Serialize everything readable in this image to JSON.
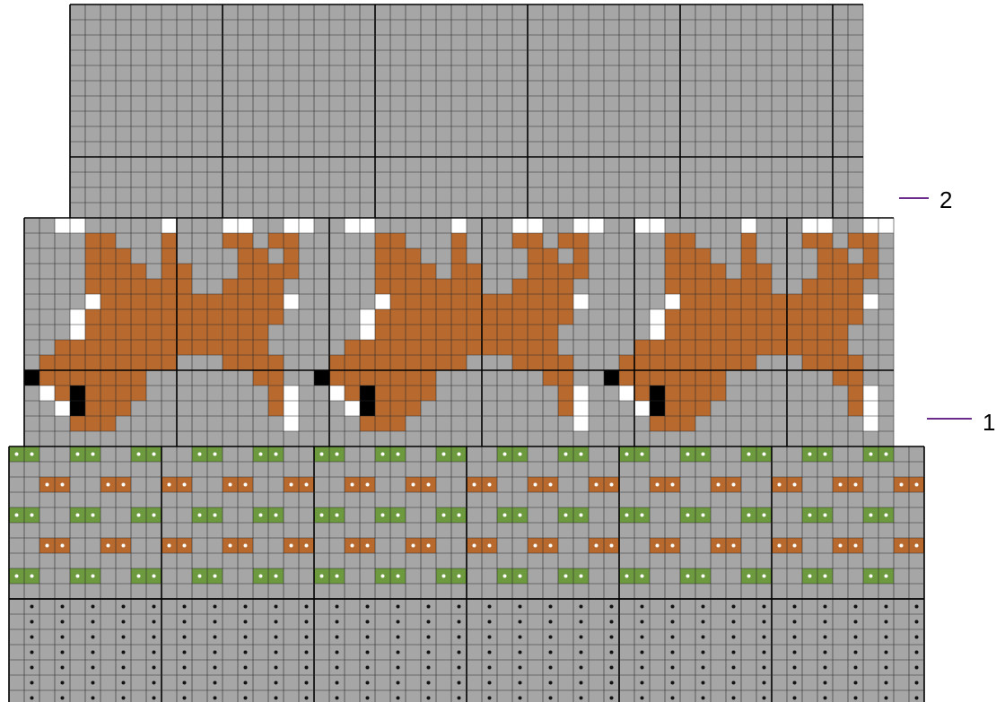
{
  "colors": {
    "background": "#a6a6a6",
    "grid_line": "#2b2b2b",
    "major_grid_line": "#000000",
    "fox": "#b8692e",
    "white": "#ffffff",
    "black": "#000000",
    "green": "#6d9a3e",
    "orange": "#b8692e",
    "dot": "#111111",
    "marker": "#6a2b8a"
  },
  "sections": [
    {
      "name": "upper-plain",
      "rows": 14,
      "columns": 52
    },
    {
      "name": "fox-motif",
      "rows": 15,
      "columns": 57,
      "repeats": 3
    },
    {
      "name": "dotted-checker-band",
      "rows": 10,
      "columns": 60
    },
    {
      "name": "purl-rib",
      "rows": 8,
      "columns": 60
    }
  ],
  "markers": [
    {
      "label": "2",
      "icon": "row-marker-line"
    },
    {
      "label": "1",
      "icon": "row-marker-line"
    }
  ]
}
